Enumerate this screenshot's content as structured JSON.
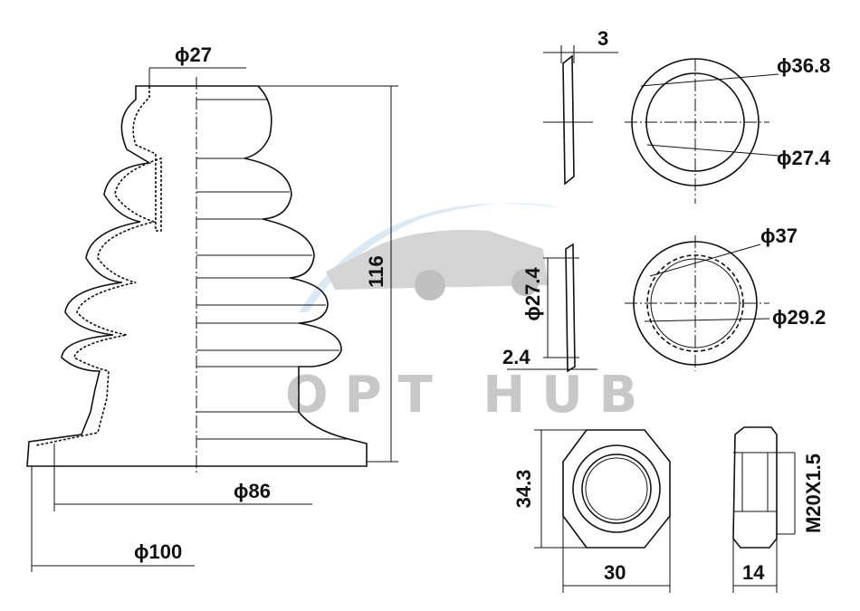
{
  "boot": {
    "dim_top_diameter": "ϕ27",
    "dim_height": "116",
    "dim_inner_diameter": "ϕ86",
    "dim_outer_diameter": "ϕ100"
  },
  "washer_1": {
    "dim_thickness": "3",
    "dim_outer": "ϕ36.8",
    "dim_inner": "ϕ27.4"
  },
  "washer_2": {
    "dim_outer": "ϕ37",
    "dim_inner": "ϕ29.2",
    "dim_side_diameter": "ϕ27.4",
    "dim_thickness": "2.4"
  },
  "nut": {
    "dim_height": "34.3",
    "dim_width": "30",
    "dim_thread": "M20X1.5",
    "dim_thickness": "14"
  },
  "watermark": "OPT HUB"
}
